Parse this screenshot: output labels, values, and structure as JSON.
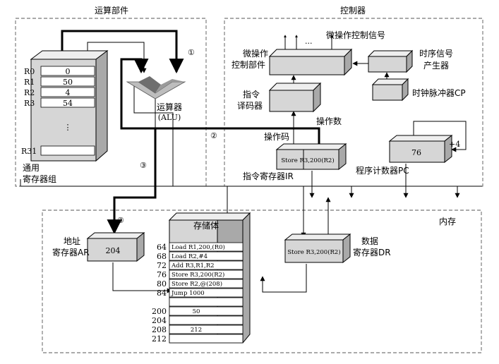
{
  "labels": {
    "alu_section": "运算部件",
    "control_section": "控制器",
    "memory_section": "内存",
    "gpr_line1": "通用",
    "gpr_line2": "寄存器组",
    "alu_line1": "运算器",
    "alu_line2": "(ALU)",
    "micro_signals": "微操作控制信号",
    "micro_ctrl_line1": "微操作",
    "micro_ctrl_line2": "控制部件",
    "timing_line1": "时序信号",
    "timing_line2": "产生器",
    "decoder_line1": "指令",
    "decoder_line2": "译码器",
    "clock": "时钟脉冲器CP",
    "operand": "操作数",
    "opcode": "操作码",
    "ir": "指令寄存器IR",
    "pc": "程序计数器PC",
    "pc_value": "76",
    "plus4": "+4",
    "ar_line1": "地址",
    "ar_line2": "寄存器AR",
    "ar_value": "204",
    "memory_title": "存储体",
    "dr_line1": "数据",
    "dr_line2": "寄存器DR",
    "dr_value": "Store R3,200(R2)",
    "ir_value": "Store R3,200(R2)",
    "dots": "...",
    "vdots": "⋮",
    "step1": "①",
    "step2": "②",
    "step3a": "③",
    "step3b": "③"
  },
  "registers": [
    {
      "name": "R0",
      "value": "0"
    },
    {
      "name": "R1",
      "value": "50"
    },
    {
      "name": "R2",
      "value": "4"
    },
    {
      "name": "R3",
      "value": "54"
    }
  ],
  "register_last": "R31",
  "memory": [
    {
      "addr": "64",
      "content": "Load R1,200,(R0)"
    },
    {
      "addr": "68",
      "content": "Load R2,#4"
    },
    {
      "addr": "72",
      "content": "Add R3,R1,R2"
    },
    {
      "addr": "76",
      "content": "Store R3,200(R2)"
    },
    {
      "addr": "80",
      "content": "Store R2,@(208)"
    },
    {
      "addr": "84",
      "content": "Jump 1000"
    },
    {
      "addr": "",
      "content": ""
    },
    {
      "addr": "200",
      "content": "50"
    },
    {
      "addr": "204",
      "content": ""
    },
    {
      "addr": "208",
      "content": "212"
    },
    {
      "addr": "212",
      "content": ""
    }
  ]
}
